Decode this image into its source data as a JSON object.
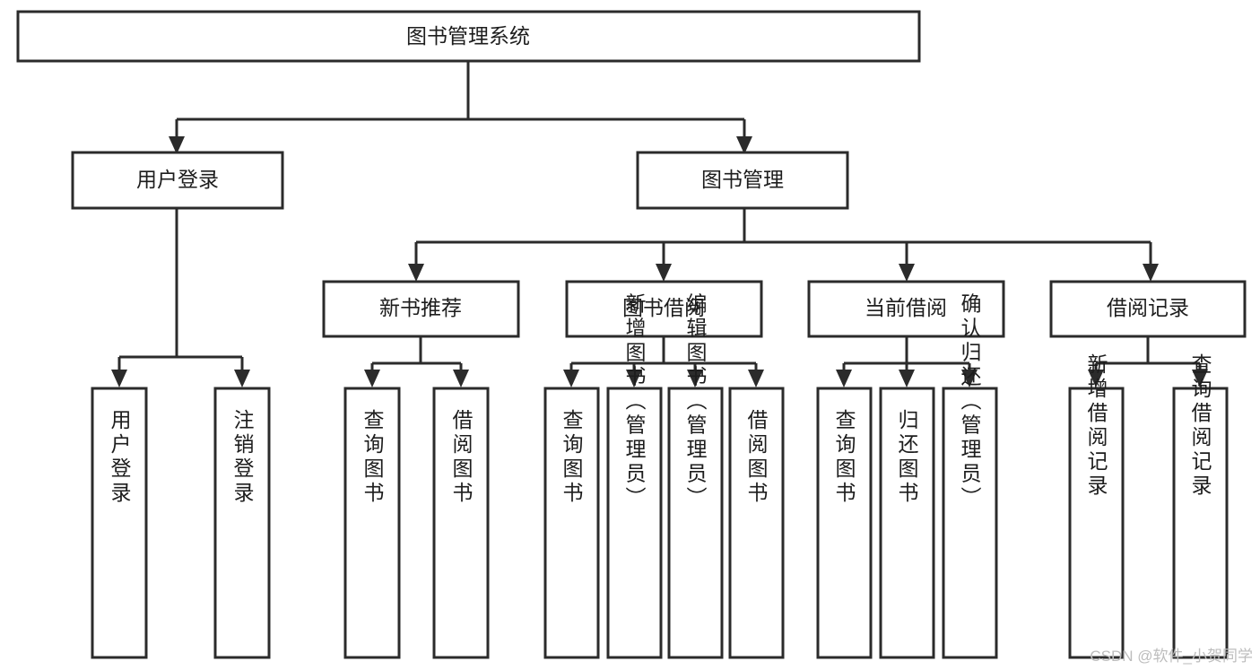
{
  "chart_data": {
    "type": "diagram",
    "diagram_kind": "hierarchy-tree",
    "title": "图书管理系统",
    "levels": 4,
    "colors": {
      "stroke": "#2b2b2b",
      "fill": "#ffffff",
      "text": "#1d1d1d",
      "watermark": "#bdbdbd"
    },
    "nodes": [
      {
        "id": "root",
        "label": "图书管理系统",
        "level": 0,
        "orientation": "horizontal"
      },
      {
        "id": "login",
        "label": "用户登录",
        "level": 1,
        "orientation": "horizontal",
        "parent": "root"
      },
      {
        "id": "bookmgmt",
        "label": "图书管理",
        "level": 1,
        "orientation": "horizontal",
        "parent": "root"
      },
      {
        "id": "newbook",
        "label": "新书推荐",
        "level": 2,
        "orientation": "horizontal",
        "parent": "bookmgmt"
      },
      {
        "id": "borrow",
        "label": "图书借阅",
        "level": 2,
        "orientation": "horizontal",
        "parent": "bookmgmt"
      },
      {
        "id": "current",
        "label": "当前借阅",
        "level": 2,
        "orientation": "horizontal",
        "parent": "bookmgmt"
      },
      {
        "id": "records",
        "label": "借阅记录",
        "level": 2,
        "orientation": "horizontal",
        "parent": "bookmgmt"
      },
      {
        "id": "leaf1",
        "label": "用户登录",
        "level": 3,
        "orientation": "vertical",
        "parent": "login"
      },
      {
        "id": "leaf2",
        "label": "注销登录",
        "level": 3,
        "orientation": "vertical",
        "parent": "login"
      },
      {
        "id": "leaf3",
        "label": "查询图书",
        "level": 3,
        "orientation": "vertical",
        "parent": "newbook"
      },
      {
        "id": "leaf4",
        "label": "借阅图书",
        "level": 3,
        "orientation": "vertical",
        "parent": "newbook"
      },
      {
        "id": "leaf5",
        "label": "查询图书",
        "level": 3,
        "orientation": "vertical",
        "parent": "borrow"
      },
      {
        "id": "leaf6",
        "label": "新增图书（管理员）",
        "level": 3,
        "orientation": "vertical",
        "parent": "borrow"
      },
      {
        "id": "leaf7",
        "label": "编辑图书（管理员）",
        "level": 3,
        "orientation": "vertical",
        "parent": "borrow"
      },
      {
        "id": "leaf8",
        "label": "借阅图书",
        "level": 3,
        "orientation": "vertical",
        "parent": "borrow"
      },
      {
        "id": "leaf9",
        "label": "查询图书",
        "level": 3,
        "orientation": "vertical",
        "parent": "current"
      },
      {
        "id": "leaf10",
        "label": "归还图书",
        "level": 3,
        "orientation": "vertical",
        "parent": "current"
      },
      {
        "id": "leaf11",
        "label": "确认归还（管理员）",
        "level": 3,
        "orientation": "vertical",
        "parent": "current"
      },
      {
        "id": "leaf12",
        "label": "新增借阅记录",
        "level": 3,
        "orientation": "vertical",
        "parent": "records"
      },
      {
        "id": "leaf13",
        "label": "查询借阅记录",
        "level": 3,
        "orientation": "vertical",
        "parent": "records"
      }
    ]
  },
  "tree": {
    "root": {
      "label": "图书管理系统"
    },
    "level1": [
      {
        "label": "用户登录"
      },
      {
        "label": "图书管理"
      }
    ],
    "level2": [
      {
        "label": "新书推荐"
      },
      {
        "label": "图书借阅"
      },
      {
        "label": "当前借阅"
      },
      {
        "label": "借阅记录"
      }
    ],
    "leaves": {
      "login": [
        {
          "label": "用户登录"
        },
        {
          "label": "注销登录"
        }
      ],
      "newbook": [
        {
          "label": "查询图书"
        },
        {
          "label": "借阅图书"
        }
      ],
      "borrow": [
        {
          "label": "查询图书"
        },
        {
          "label": "新增图书（管理员）"
        },
        {
          "label": "编辑图书（管理员）"
        },
        {
          "label": "借阅图书"
        }
      ],
      "current": [
        {
          "label": "查询图书"
        },
        {
          "label": "归还图书"
        },
        {
          "label": "确认归还（管理员）"
        }
      ],
      "records": [
        {
          "label": "新增借阅记录"
        },
        {
          "label": "查询借阅记录"
        }
      ]
    }
  },
  "watermark": {
    "text": "CSDN @软件_小贺同学"
  }
}
